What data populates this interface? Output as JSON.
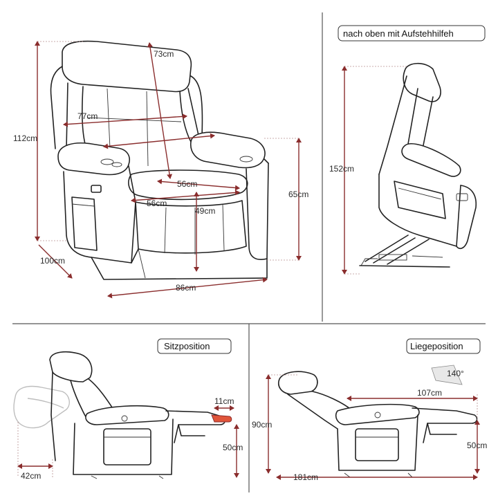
{
  "panels": {
    "front": {
      "labels": {
        "height_total": "112cm",
        "back_height": "73cm",
        "back_width": "77cm",
        "seat_width": "56cm",
        "seat_depth": "56cm",
        "seat_height": "49cm",
        "arm_height": "65cm",
        "depth": "100cm",
        "width": "86cm"
      }
    },
    "lift": {
      "title": "nach oben mit Aufstehhilfeh",
      "labels": {
        "height": "152cm"
      }
    },
    "sitting": {
      "title": "Sitzposition",
      "labels": {
        "footrest": "11cm",
        "footrest_height": "50cm",
        "wall_distance": "42cm"
      }
    },
    "reclined": {
      "title": "Liegeposition",
      "labels": {
        "angle": "140°",
        "length_upper": "107cm",
        "height": "90cm",
        "footrest_height": "50cm",
        "length_total": "181cm"
      }
    }
  },
  "colors": {
    "dimension_arrow": "#8a2d2d",
    "footrest_highlight": "#e0553a",
    "outline": "#222222"
  }
}
